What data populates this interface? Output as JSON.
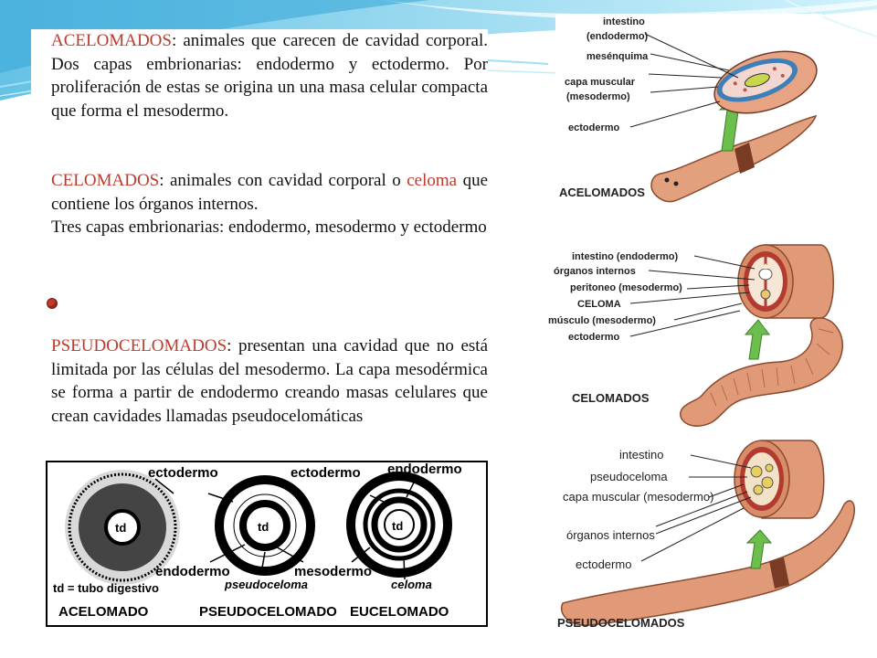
{
  "text": {
    "acelomados": {
      "term": "ACELOMADOS",
      "rest": ": animales que carecen de cavidad corporal. Dos capas embrionarias: endodermo y ectodermo.  Por proliferación de estas se origina un una masa celular compacta que forma el mesodermo."
    },
    "celomados": {
      "term": "CELOMADOS",
      "rest_a": ": animales con cavidad corporal o ",
      "celoma": "celoma",
      "rest_b": " que contiene los órganos internos.",
      "line2": "Tres  capas embrionarias: endodermo, mesodermo y ectodermo"
    },
    "pseudocelomados": {
      "term": "PSEUDOCELOMADOS",
      "rest": ": presentan una cavidad que no está limitada por las células del mesodermo. La capa mesodérmica se forma a partir de endodermo creando masas celulares que crean cavidades llamadas pseudocelomáticas"
    }
  },
  "diagram_left": {
    "labels": {
      "ectodermo_1": "ectodermo",
      "ectodermo_2": "ectodermo",
      "endodermo_top": "endodermo",
      "td_1": "td",
      "td_2": "td",
      "td_3": "td",
      "endodermo_bottom": "endodermo",
      "mesodermo": "mesodermo",
      "pseudoceloma": "pseudoceloma",
      "celoma": "celoma",
      "legend": "td = tubo digestivo",
      "caption_1": "ACELOMADO",
      "caption_2": "PSEUDOCELOMADO",
      "caption_3": "EUCELOMADO"
    }
  },
  "fig_acelomados": {
    "labels": {
      "intestino": "intestino",
      "endodermo": "(endodermo)",
      "mesenquima": "mesénquima",
      "capa_muscular": "capa muscular",
      "mesodermo": "(mesodermo)",
      "ectodermo": "ectodermo",
      "title": "ACELOMADOS"
    }
  },
  "fig_celomados": {
    "labels": {
      "intestino": "intestino (endodermo)",
      "organos": "órganos internos",
      "peritoneo": "peritoneo (mesodermo)",
      "celoma": "CELOMA",
      "musculo": "músculo (mesodermo)",
      "ectodermo": "ectodermo",
      "title": "CELOMADOS"
    }
  },
  "fig_pseudo": {
    "labels": {
      "intestino": "intestino",
      "pseudoceloma": "pseudoceloma",
      "capa_muscular": "capa muscular (mesodermo)",
      "organos": "órganos internos",
      "ectodermo": "ectodermo",
      "title": "PSEUDOCELOMADOS"
    }
  },
  "colors": {
    "accent_text": "#c0392b",
    "background_swoosh": "#7fd3ee",
    "worm": "#e09a78",
    "arrow": "#6cbf4c"
  }
}
